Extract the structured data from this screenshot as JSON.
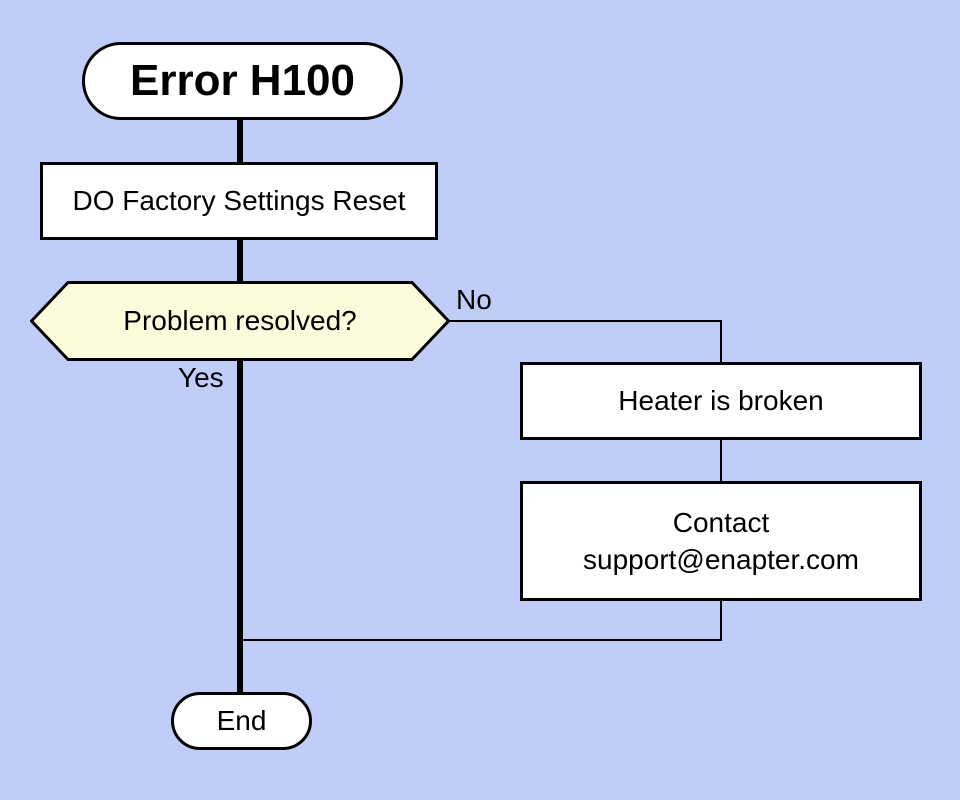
{
  "canvas": {
    "background_color": "#BFCDF8",
    "line_color": "#000000"
  },
  "nodes": {
    "start": {
      "label": "Error H100",
      "fill": "#FFFFFF",
      "shape": "terminator"
    },
    "reset": {
      "label": "DO Factory Settings Reset",
      "fill": "#FFFFFF",
      "shape": "process"
    },
    "decision": {
      "label": "Problem resolved?",
      "fill": "#FCFCDC",
      "shape": "hexagon"
    },
    "heater": {
      "label": "Heater is broken",
      "fill": "#FFFFFF",
      "shape": "process"
    },
    "contact": {
      "line1": "Contact",
      "line2": "support@enapter.com",
      "fill": "#FFFFFF",
      "shape": "process"
    },
    "end": {
      "label": "End",
      "fill": "#FFFFFF",
      "shape": "terminator"
    }
  },
  "edge_labels": {
    "no": "No",
    "yes": "Yes"
  }
}
